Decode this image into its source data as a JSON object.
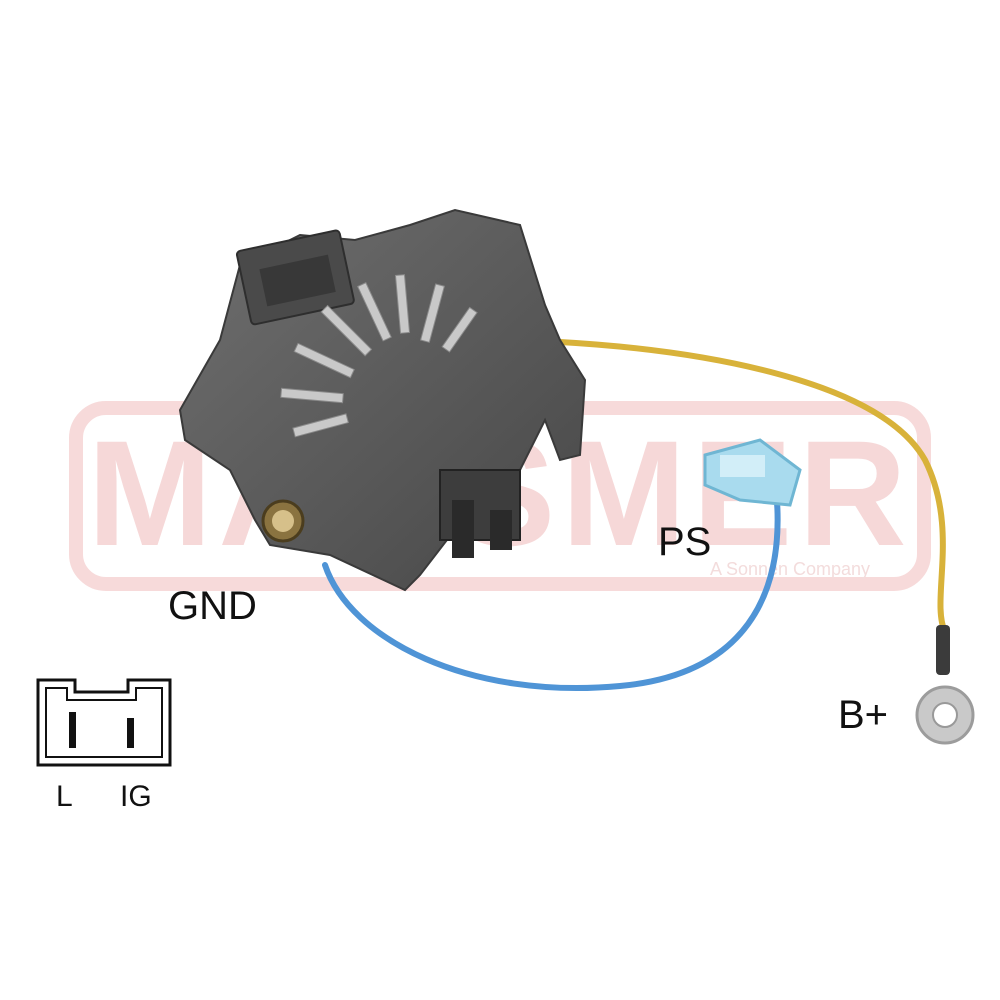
{
  "watermark": {
    "text": "MAGSMER",
    "subtext": "A Sonnen Company",
    "color": "#f4c9c9"
  },
  "labels": {
    "gnd": "GND",
    "ps": "PS",
    "b_plus": "B+"
  },
  "connector_diagram": {
    "pins": [
      "L",
      "IG"
    ]
  },
  "colors": {
    "body": "#5f5f5f",
    "yellow_wire": "#d8b23a",
    "blue_wire": "#4f94d6",
    "terminal_clear": "#9fd3e8"
  },
  "icons": {
    "regulator": "voltage-regulator-icon",
    "connector": "two-pin-connector-icon"
  }
}
